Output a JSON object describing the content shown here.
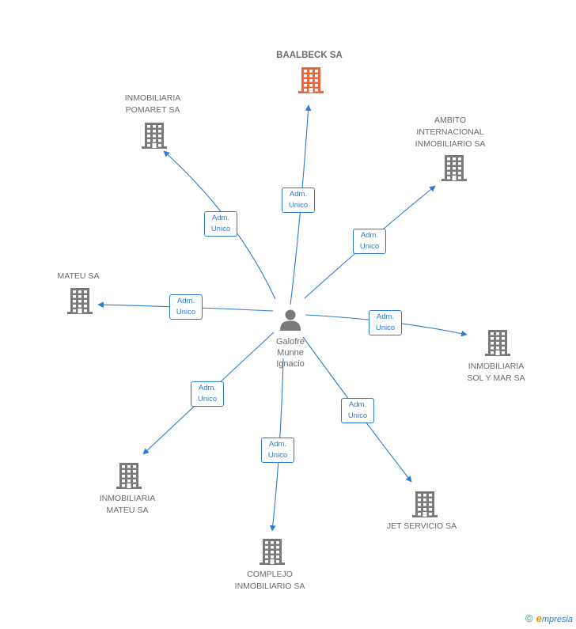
{
  "colors": {
    "edge": "#2e7bd0",
    "company": "#7a7a7a",
    "highlight": "#f0643a",
    "person": "#7a7a7a"
  },
  "person": {
    "name": "Galofre\nMunne\nIgnacio",
    "icon": "person-icon"
  },
  "companies": [
    {
      "id": "baalbeck",
      "name": "BAALBECK SA",
      "highlight": true,
      "relation": "Adm.\nUnico"
    },
    {
      "id": "pomaret",
      "name": "INMOBILIARIA\nPOMARET SA",
      "highlight": false,
      "relation": "Adm.\nUnico"
    },
    {
      "id": "ambito",
      "name": "AMBITO\nINTERNACIONAL\nINMOBILIARIO SA",
      "highlight": false,
      "relation": "Adm.\nUnico"
    },
    {
      "id": "mateu",
      "name": "MATEU SA",
      "highlight": false,
      "relation": "Adm.\nUnico"
    },
    {
      "id": "solymar",
      "name": "INMOBILIARIA\nSOL Y MAR SA",
      "highlight": false,
      "relation": "Adm.\nUnico"
    },
    {
      "id": "inmmateu",
      "name": "INMOBILIARIA\nMATEU SA",
      "highlight": false,
      "relation": "Adm.\nUnico"
    },
    {
      "id": "jet",
      "name": "JET SERVICIO SA",
      "highlight": false,
      "relation": "Adm.\nUnico"
    },
    {
      "id": "complejo",
      "name": "COMPLEJO\nINMOBILIARIO SA",
      "highlight": false,
      "relation": "Adm.\nUnico"
    }
  ],
  "watermark": {
    "copyright": "©",
    "brand_e": "e",
    "brand_rest": "mpresia"
  }
}
